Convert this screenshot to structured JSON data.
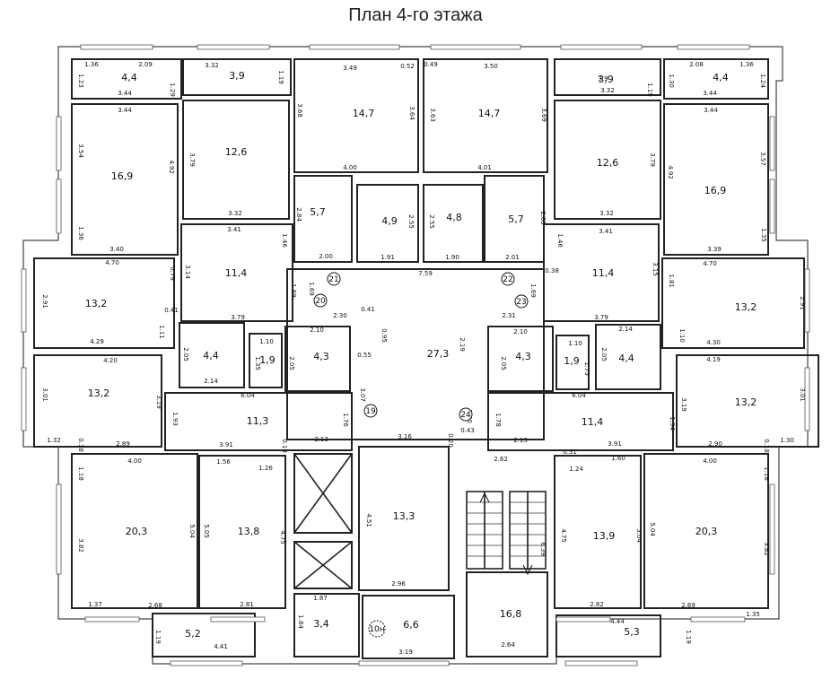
{
  "title": "План 4-го этажа",
  "areas": [
    "4,4",
    "3,9",
    "14,7",
    "14,7",
    "3,9",
    "4,4",
    "16,9",
    "12,6",
    "12,6",
    "16,9",
    "5,7",
    "4,9",
    "4,8",
    "5,7",
    "11,4",
    "11,4",
    "13,2",
    "13,2",
    "27,3",
    "4,4",
    "1,9",
    "4,3",
    "4,3",
    "1,9",
    "4,4",
    "13,2",
    "13,2",
    "11,3",
    "11,4",
    "20,3",
    "13,8",
    "13,3",
    "13,9",
    "20,3",
    "16,8",
    "3,4",
    "6,6",
    "5,2",
    "5,3"
  ],
  "dims": [
    "1.36",
    "2.09",
    "1.23",
    "1.29",
    "3.44",
    "3.32",
    "1.19",
    "3.49",
    "0.52",
    "0.49",
    "3.50",
    "3.9",
    "3.32",
    "1.19",
    "2.08",
    "1.36",
    "1.30",
    "1.24",
    "3.44",
    "3.44",
    "3.68",
    "3.64",
    "3.63",
    "3.69",
    "3.44",
    "3.54",
    "4.92",
    "3.79",
    "3.79",
    "4.92",
    "3.57",
    "4.00",
    "4.01",
    "1.36",
    "3.40",
    "3.32",
    "2.84",
    "2.55",
    "2.55",
    "2.85",
    "3.32",
    "1.35",
    "3.39",
    "3.41",
    "1.46",
    "2.00",
    "1.91",
    "1.90",
    "2.01",
    "1.46",
    "3.41",
    "4.70",
    "0.79",
    "3.14",
    "1.69",
    "1.69",
    "7.59",
    "0.38",
    "1.69",
    "3.15",
    "4.70",
    "1.81",
    "2.91",
    "0.41",
    "2.30",
    "2.31",
    "0.41",
    "2.91",
    "4.29",
    "3.79",
    "3.79",
    "4.30",
    "2.10",
    "2.10",
    "2.14",
    "1.10",
    "1.11",
    "0.95",
    "0.55",
    "2.19",
    "1.10",
    "1.10",
    "4.20",
    "2.05",
    "1.35",
    "2.05",
    "2.05",
    "1.75",
    "2.05",
    "4.19",
    "3.01",
    "3.19",
    "2.14",
    "3.07",
    "6.04",
    "6.04",
    "3.19",
    "3.01",
    "1.93",
    "1.76",
    "1.80",
    "1.78",
    "1.94",
    "1.32",
    "0.18",
    "2.89",
    "3.91",
    "0.18",
    "2.13",
    "3.16",
    "0.20",
    "0.43",
    "2.13",
    "3.91",
    "2.90",
    "0.18",
    "1.30",
    "4.00",
    "1.56",
    "1.26",
    "2.62",
    "1.24",
    "0.31",
    "1.60",
    "4.00",
    "1.18",
    "1.18",
    "5.04",
    "5.05",
    "4.75",
    "4.51",
    "6.39",
    "4.75",
    "5.04",
    "5.04",
    "3.82",
    "3.82",
    "1.37",
    "2.68",
    "2.81",
    "2.96",
    "2.82",
    "2.69",
    "1.35",
    "1.87",
    "1.84",
    "4.44",
    "1.19",
    "4.41",
    "3.19",
    "2.64",
    "1.19"
  ],
  "markers": [
    "21",
    "22",
    "20",
    "23",
    "19",
    "24",
    "10н"
  ]
}
